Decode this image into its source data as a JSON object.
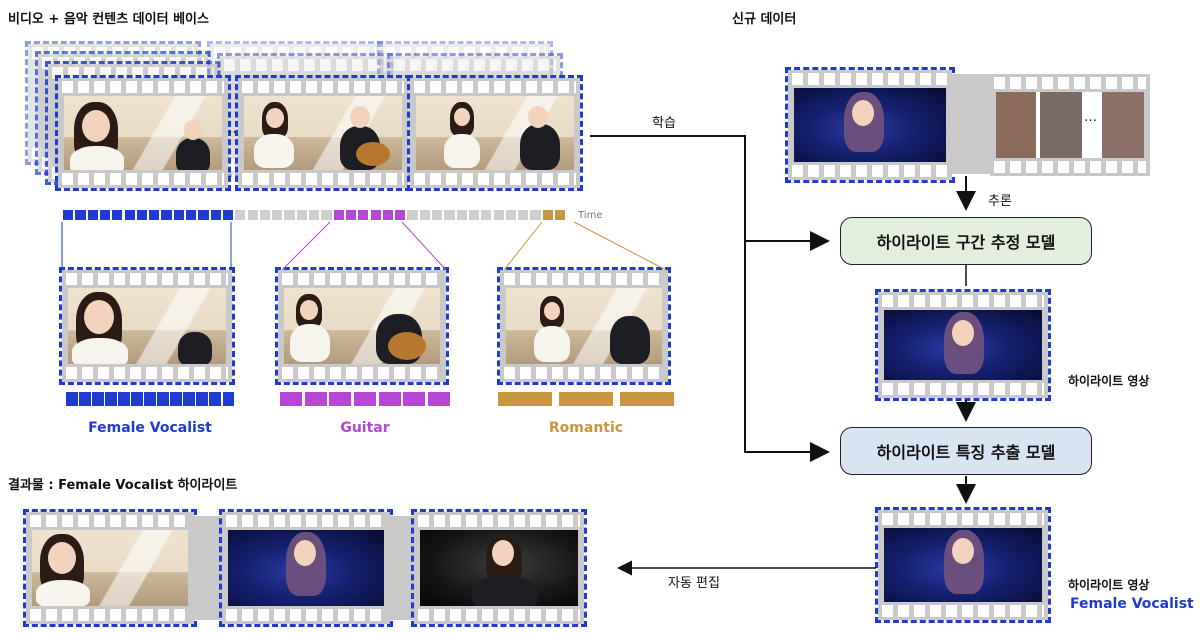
{
  "titles": {
    "database": "비디오 + 음악 컨텐츠 데이터 베이스",
    "new_data": "신규 데이터",
    "result": "결과물 : Female Vocalist 하이라이트"
  },
  "timeline": {
    "time_label": "Time",
    "colors": {
      "blue": "#1f3bd1",
      "gray": "#cfcfcf",
      "purple": "#b646d6",
      "gold": "#c8963e"
    }
  },
  "ellipsis": "…",
  "categories": [
    {
      "label": "Female Vocalist",
      "color": "#1f3bd1"
    },
    {
      "label": "Guitar",
      "color": "#b646d6"
    },
    {
      "label": "Romantic",
      "color": "#c8963e"
    }
  ],
  "arrows": {
    "learning": "학습",
    "inference": "추론",
    "auto_edit": "자동 편집"
  },
  "models": {
    "segment_model": "하이라이트 구간 추정 모델",
    "feature_model": "하이라이트 특징 추출 모델"
  },
  "outputs": {
    "highlight_video": "하이라이트 영상",
    "highlight_video_2": "하이라이트 영상",
    "female_vocalist": "Female Vocalist"
  }
}
